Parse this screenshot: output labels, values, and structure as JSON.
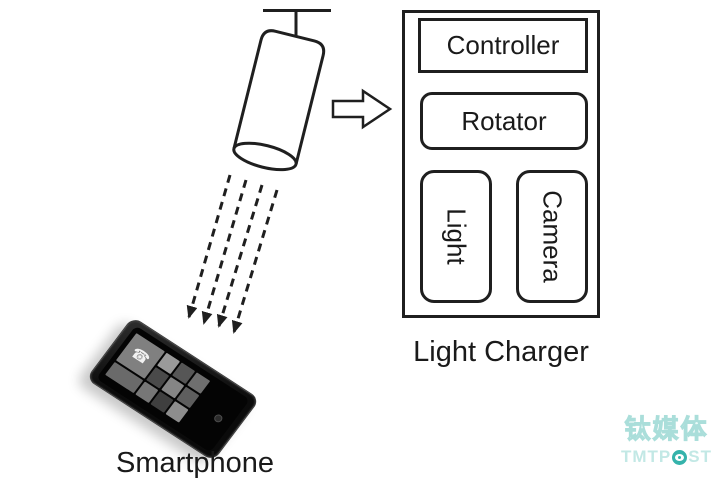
{
  "charger": {
    "caption": "Light Charger",
    "modules": {
      "controller": "Controller",
      "rotator": "Rotator",
      "light": "Light",
      "camera": "Camera"
    }
  },
  "smartphone": {
    "caption": "Smartphone"
  },
  "icons": {
    "phone_tile_icon": "☎"
  },
  "watermark": {
    "cn": "钛媒体",
    "en_left": "TMTP",
    "en_right": "ST"
  },
  "colors": {
    "stroke": "#1f1f1f",
    "background": "#ffffff",
    "watermark_teal": "#c2e8e5",
    "watermark_accent": "#35b3ab",
    "phone_body": "#0b0b0b"
  }
}
